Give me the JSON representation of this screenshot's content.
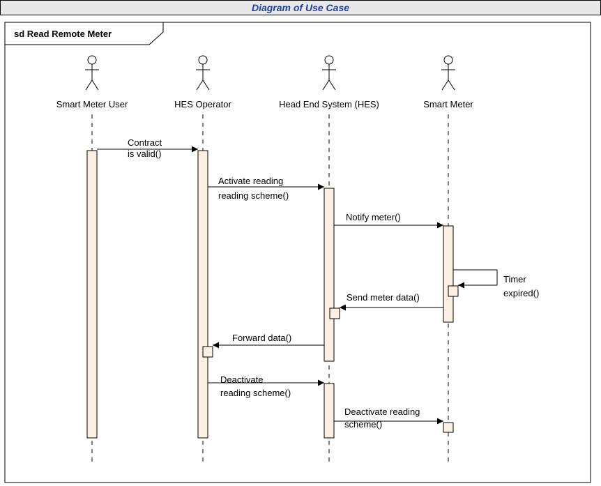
{
  "window_title": "Diagram of Use Case",
  "frame_label": "sd Read Remote Meter",
  "lifelines": [
    {
      "id": "user",
      "name": "Smart Meter User"
    },
    {
      "id": "operator",
      "name": "HES Operator"
    },
    {
      "id": "hes",
      "name": "Head End System (HES)"
    },
    {
      "id": "meter",
      "name": "Smart Meter"
    }
  ],
  "messages": [
    {
      "id": "m1",
      "from": "user",
      "to": "operator",
      "label": [
        "Contract",
        "is valid()"
      ]
    },
    {
      "id": "m2",
      "from": "operator",
      "to": "hes",
      "label": [
        "Activate reading",
        "reading scheme()"
      ]
    },
    {
      "id": "m3",
      "from": "hes",
      "to": "meter",
      "label": [
        "Notify meter()"
      ]
    },
    {
      "id": "m4",
      "from": "meter",
      "to": "meter",
      "label": [
        "Timer",
        "expired()"
      ]
    },
    {
      "id": "m5",
      "from": "meter",
      "to": "hes",
      "label": [
        "Send meter data()"
      ]
    },
    {
      "id": "m6",
      "from": "hes",
      "to": "operator",
      "label": [
        "Forward data()"
      ]
    },
    {
      "id": "m7",
      "from": "operator",
      "to": "hes",
      "label": [
        "Deactivate",
        "reading scheme()"
      ]
    },
    {
      "id": "m8",
      "from": "hes",
      "to": "meter",
      "label": [
        "Deactivate reading",
        "scheme()"
      ]
    }
  ],
  "colors": {
    "activation_fill": "#fbf0e2",
    "title_text": "#1f3f9f",
    "title_bg": "#e8e8e8",
    "line": "#000000"
  }
}
